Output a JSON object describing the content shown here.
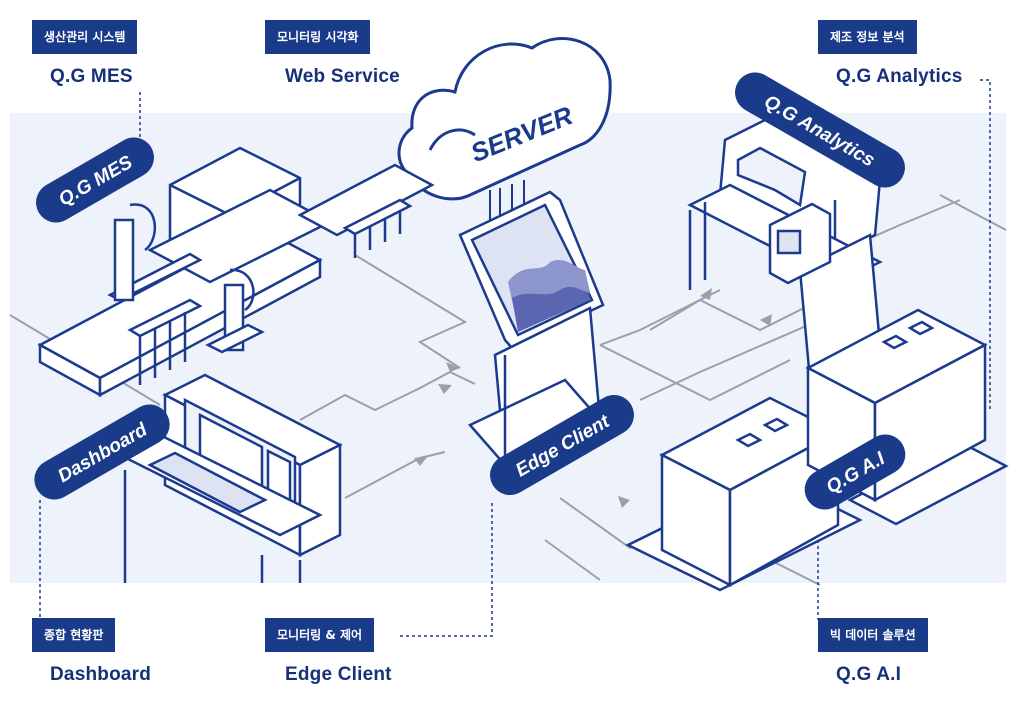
{
  "labels": {
    "mes": {
      "tag": "생산관리 시스템",
      "title": "Q.G MES",
      "badge": "Q.G MES"
    },
    "web": {
      "tag": "모니터링 시각화",
      "title": "Web Service"
    },
    "analytics": {
      "tag": "제조 정보 분석",
      "title": "Q.G Analytics",
      "badge": "Q.G Analytics"
    },
    "dashboard": {
      "tag": "종합 현황판",
      "title": "Dashboard",
      "badge": "Dashboard"
    },
    "edge": {
      "tag": "모니터링 & 제어",
      "title": "Edge Client",
      "badge": "Edge Client"
    },
    "ai": {
      "tag": "빅 데이터 솔루션",
      "title": "Q.G A.I",
      "badge": "Q.G A.I"
    },
    "server": "SERVER"
  },
  "colors": {
    "navy": "#1a3a8a",
    "outline": "#1c3a8e",
    "panel": "#eef2fa",
    "connector": "#9aa0ab"
  }
}
